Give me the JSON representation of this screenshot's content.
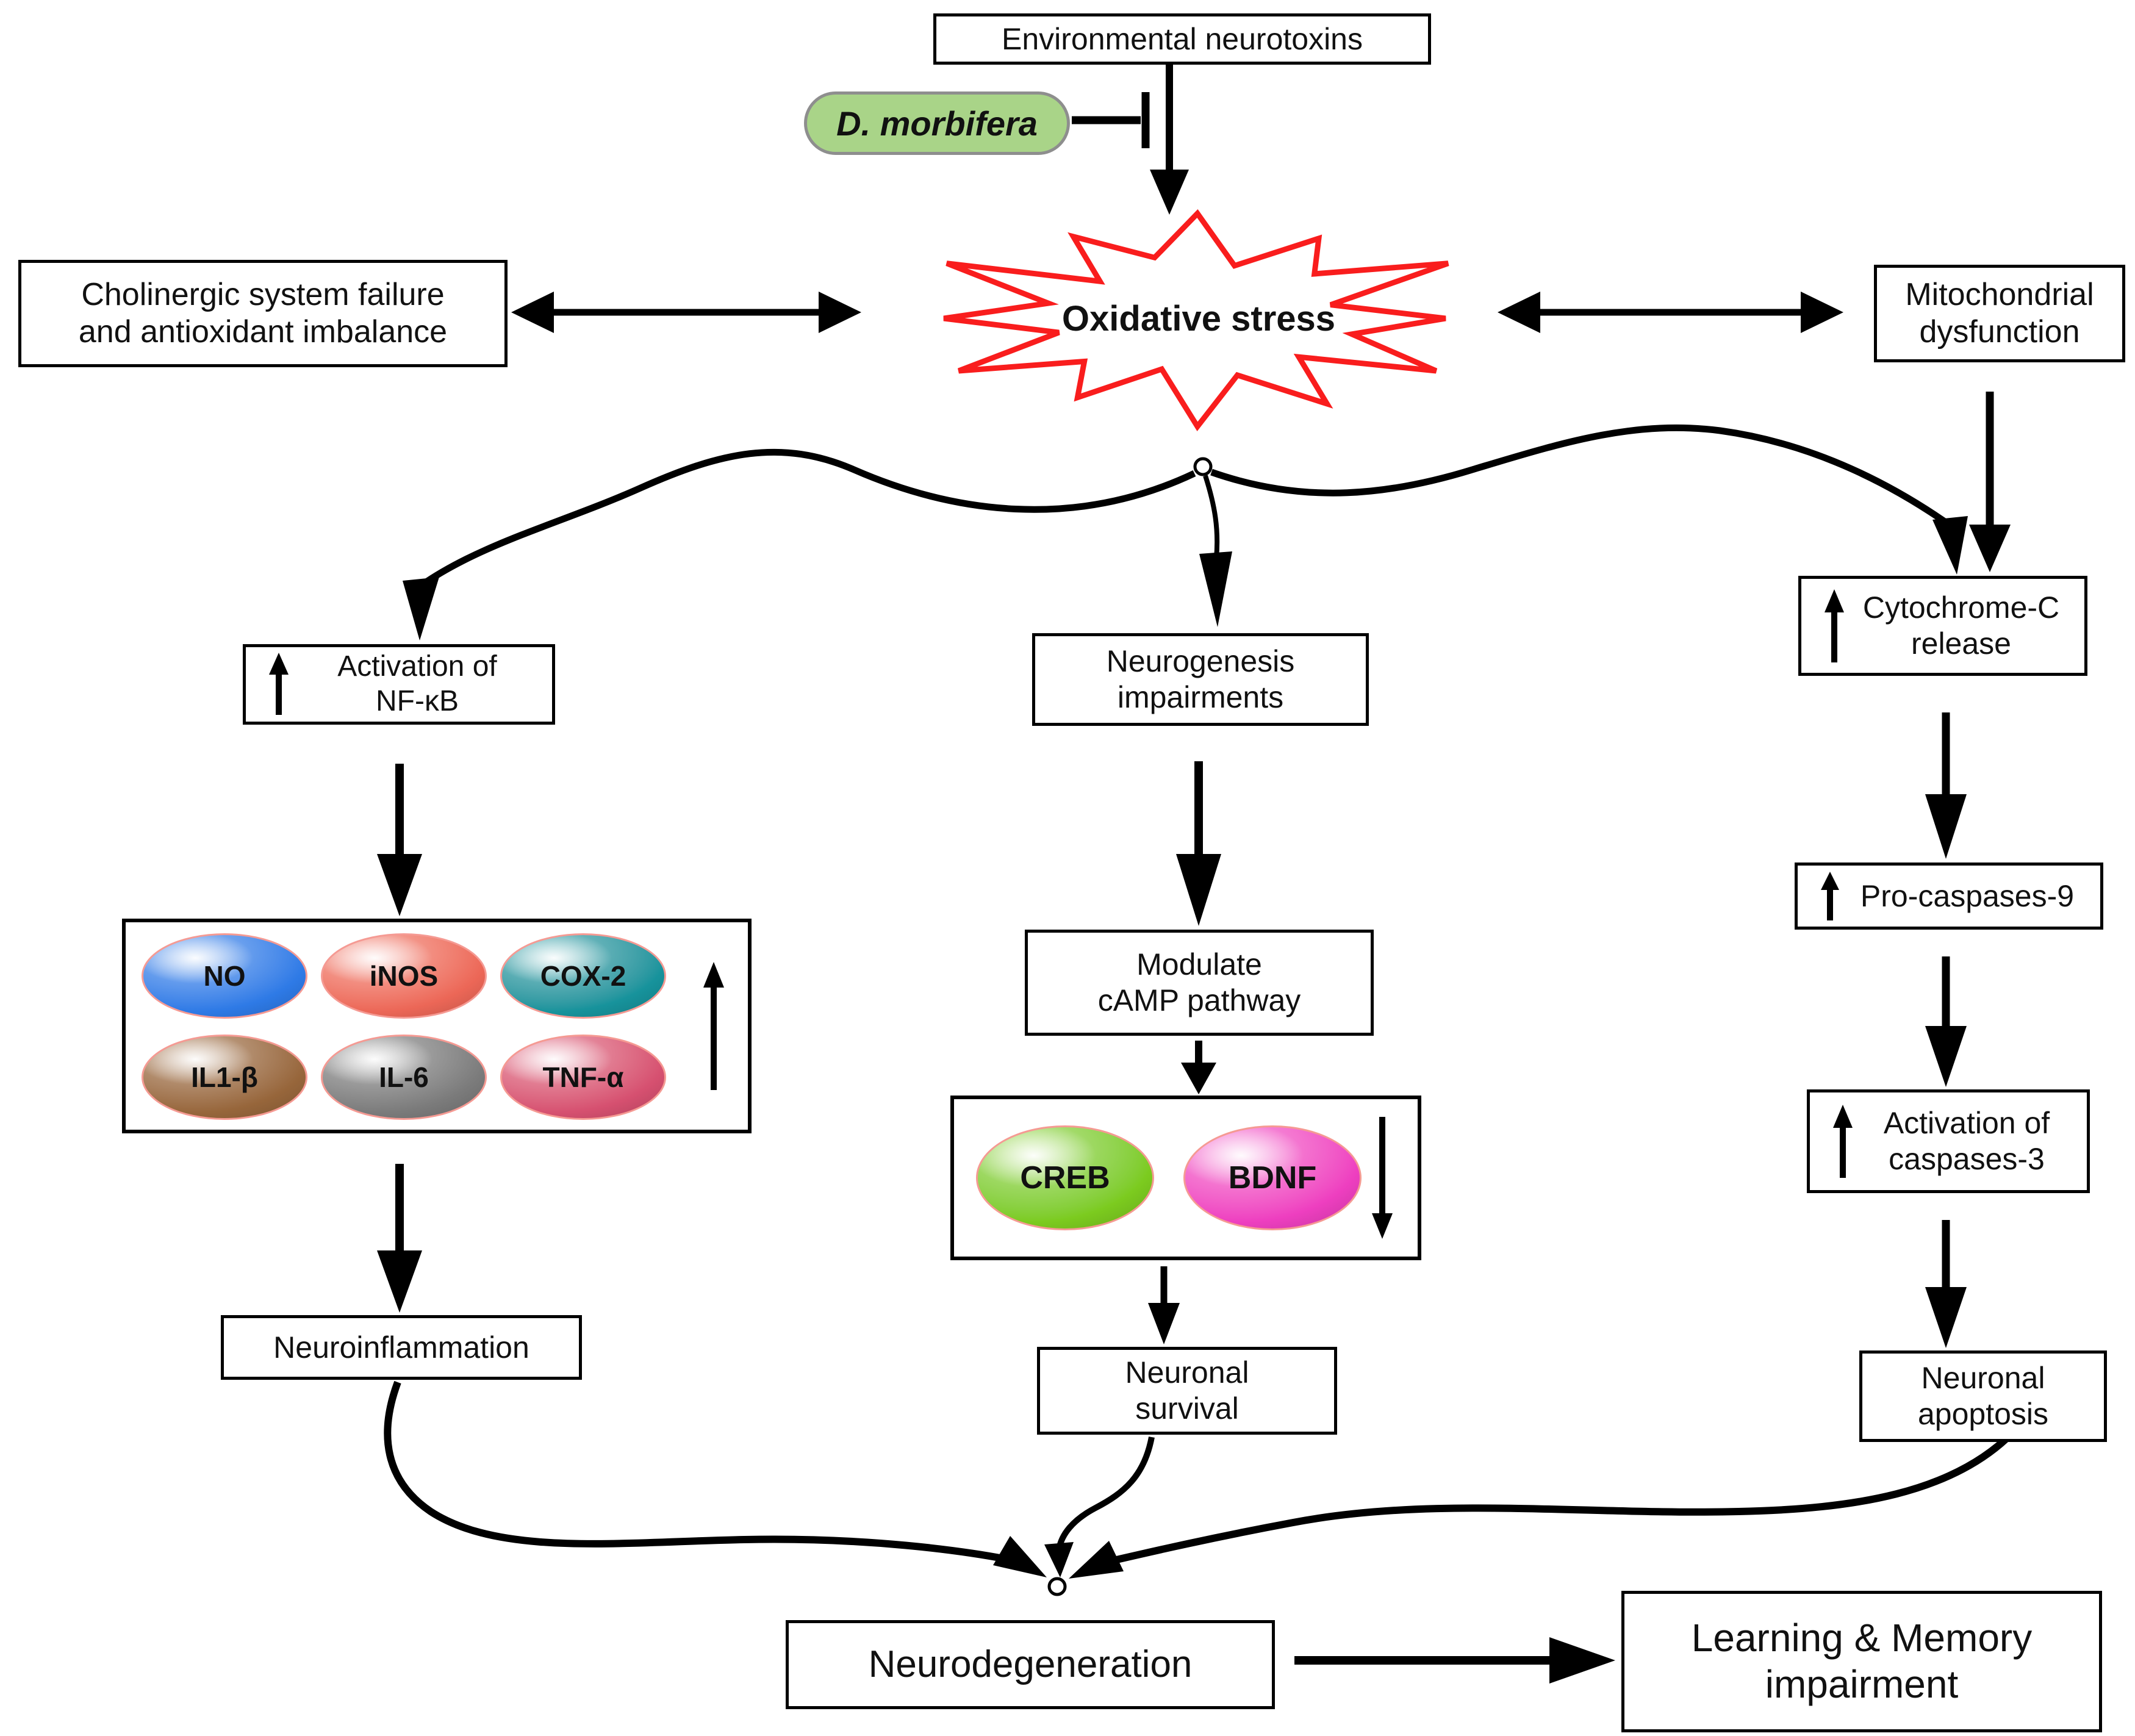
{
  "nodes": {
    "environmental_neurotoxins": {
      "label": "Environmental neurotoxins"
    },
    "d_morbifera": {
      "label": "D. morbifera",
      "fill": "#a9d488",
      "border": "#8e8e8e"
    },
    "oxidative_stress": {
      "label": "Oxidative stress",
      "outline": "#f91d1d"
    },
    "cholinergic": {
      "label": "Cholinergic system failure\nand antioxidant imbalance"
    },
    "mitochondrial": {
      "label": "Mitochondrial\ndysfunction"
    },
    "nfkb": {
      "label": "Activation of\nNF-κB",
      "trend": "up"
    },
    "neuroinflammation": {
      "label": "Neuroinflammation"
    },
    "neurogenesis": {
      "label": "Neurogenesis\nimpairments"
    },
    "camp": {
      "label": "Modulate\ncAMP pathway"
    },
    "neuronal_survival": {
      "label": "Neuronal\nsurvival"
    },
    "cytochrome_c": {
      "label": "Cytochrome-C\nrelease",
      "trend": "up"
    },
    "pro_caspases9": {
      "label": "Pro-caspases-9",
      "trend": "up"
    },
    "caspases3": {
      "label": "Activation of\ncaspases-3",
      "trend": "up"
    },
    "neuronal_apoptosis": {
      "label": "Neuronal\napoptosis"
    },
    "neurodegeneration": {
      "label": "Neurodegeneration"
    },
    "learning_memory": {
      "label": "Learning & Memory\nimpairment"
    }
  },
  "cytokines": {
    "trend": "up",
    "items": [
      {
        "label": "NO",
        "color": "#2e7ae6"
      },
      {
        "label": "iNOS",
        "color": "#ec6757"
      },
      {
        "label": "COX-2",
        "color": "#17939c"
      },
      {
        "label": "IL1-β",
        "color": "#97663b"
      },
      {
        "label": "IL-6",
        "color": "#7b7b7b"
      },
      {
        "label": "TNF-α",
        "color": "#d65070"
      }
    ]
  },
  "creb_bdnf": {
    "trend": "down",
    "items": [
      {
        "label": "CREB",
        "color": "#7ccb1f"
      },
      {
        "label": "BDNF",
        "color": "#ee3fc0"
      }
    ]
  }
}
